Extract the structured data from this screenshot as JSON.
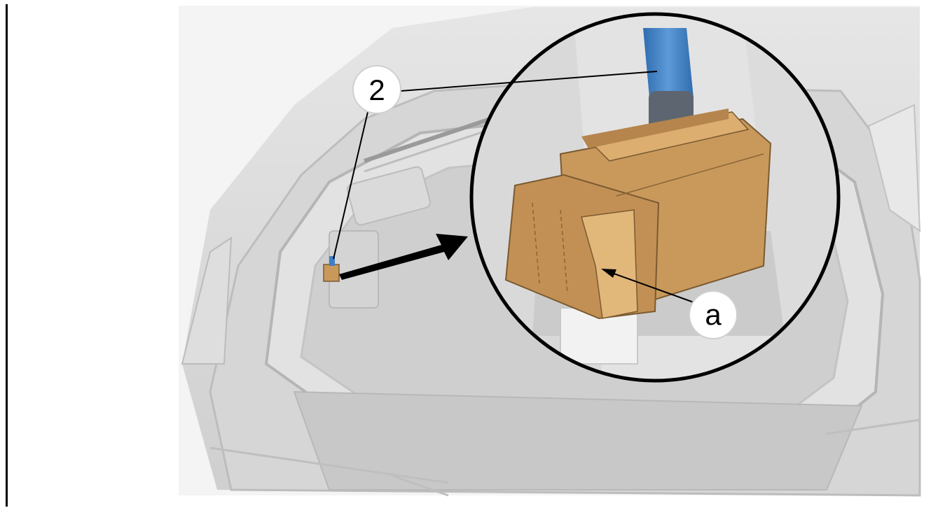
{
  "figure": {
    "callouts": [
      {
        "id": "callout-2",
        "label": "2"
      },
      {
        "id": "callout-a",
        "label": "a"
      }
    ],
    "colors": {
      "background_body": "#dcdcdc",
      "hose_blue": "#3f7fc4",
      "hose_grey": "#5d6670",
      "connector_tan": "#c9995c",
      "connector_light": "#e2b77a",
      "outline": "#000000"
    }
  }
}
